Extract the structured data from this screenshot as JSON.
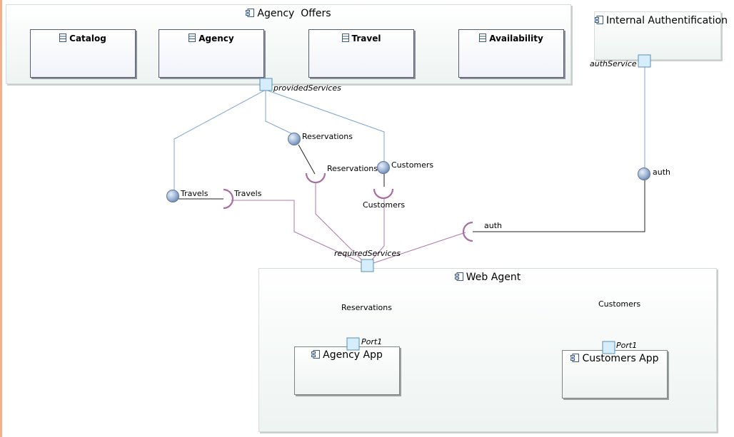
{
  "components": {
    "agency_offers": {
      "title": "Agency  Offers",
      "icon": "component-icon"
    },
    "internal_auth": {
      "title": "Internal Authentification",
      "icon": "component-icon"
    },
    "web_agent": {
      "title": "Web Agent",
      "icon": "component-icon"
    },
    "agency_app": {
      "title": "Agency App",
      "icon": "component-icon"
    },
    "customers_app": {
      "title": "Customers App",
      "icon": "component-icon"
    }
  },
  "classes": [
    {
      "title": "Catalog",
      "icon": "class-icon"
    },
    {
      "title": "Agency",
      "icon": "class-icon"
    },
    {
      "title": "Travel",
      "icon": "class-icon"
    },
    {
      "title": "Availability",
      "icon": "class-icon"
    }
  ],
  "ports": {
    "provided_services": "providedServices",
    "auth_service": "authService",
    "required_services": "requiredServices",
    "agency_app_port": "Port1",
    "customers_app_port": "Port1"
  },
  "interfaces": {
    "provided": {
      "travels": "Travels",
      "reservations": "Reservations",
      "customers": "Customers",
      "auth": "auth"
    },
    "required": {
      "travels": "Travels",
      "reservations": "Reservations",
      "customers": "Customers",
      "auth": "auth",
      "agent_reservations": "Reservations",
      "agent_customers": "Customers"
    }
  },
  "colors": {
    "provided_link": "#7ba3cf",
    "required_link": "#b07aa8",
    "socket": "#a86ea0",
    "black_link": "#222222",
    "port_fill": "#cfe8f7",
    "port_stroke": "#5b8fb5",
    "ball_fill": "#9fb6d6"
  }
}
